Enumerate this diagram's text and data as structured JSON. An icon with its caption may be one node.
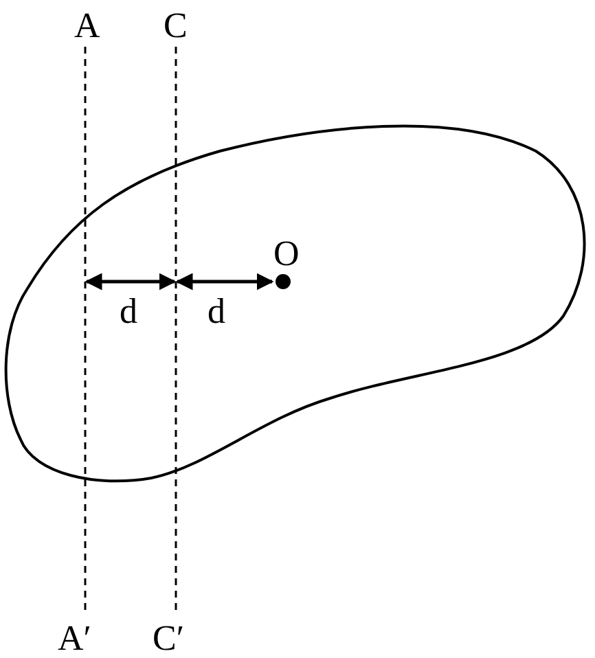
{
  "diagram": {
    "labels": [
      "A",
      "C",
      "O",
      "d",
      "d",
      "A′",
      "C′"
    ]
  }
}
